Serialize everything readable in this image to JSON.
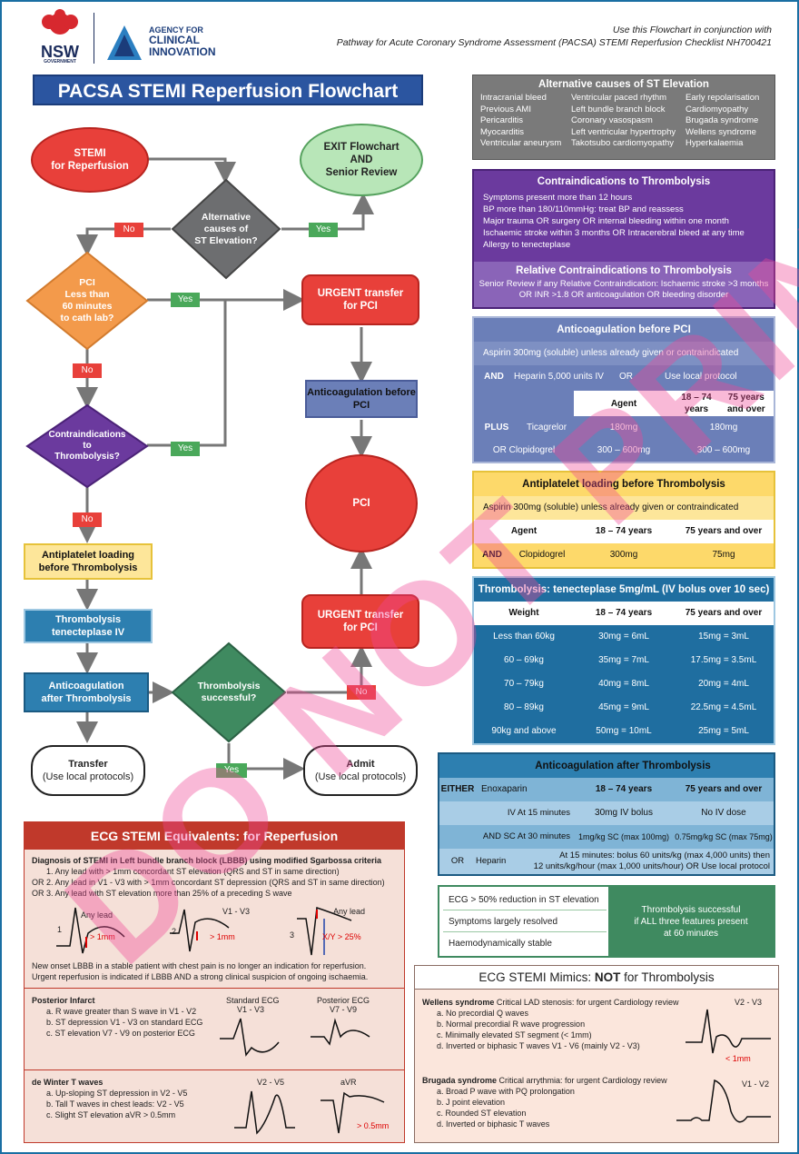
{
  "header": {
    "nsw_logo_text": "NSW",
    "nsw_logo_sub": "GOVERNMENT",
    "aci_line1": "AGENCY FOR",
    "aci_line2": "CLINICAL",
    "aci_line3": "INNOVATION",
    "note_line1": "Use this Flowchart in conjunction with",
    "note_line2": "Pathway for Acute Coronary Syndrome Assessment (PACSA) STEMI Reperfusion Checklist NH700421",
    "title": "PACSA STEMI Reperfusion Flowchart"
  },
  "flow": {
    "stemi": "STEMI\nfor Reperfusion",
    "exit": "EXIT Flowchart\nAND\nSenior Review",
    "alt_causes": "Alternative\ncauses of\nST Elevation?",
    "pci_q": "PCI\nLess than\n60 minutes\nto cath lab?",
    "urgent1": "URGENT transfer\nfor PCI",
    "anticoag_pci": "Anticoagulation before\nPCI",
    "contra_q": "Contraindications\nto\nThrombolysis?",
    "pci": "PCI",
    "antiplatelet": "Antiplatelet loading\nbefore Thrombolysis",
    "thrombolysis": "Thrombolysis\ntenecteplase IV",
    "urgent2": "URGENT transfer\nfor PCI",
    "anticoag_after": "Anticoagulation\nafter Thrombolysis",
    "success_q": "Thrombolysis\nsuccessful?",
    "transfer": "Transfer",
    "transfer_sub": "(Use local protocols)",
    "admit": "Admit",
    "admit_sub": "(Use local protocols)",
    "yes": "Yes",
    "no": "No"
  },
  "alt_causes_panel": {
    "title": "Alternative causes of ST Elevation",
    "col1": [
      "Intracranial bleed",
      "Previous AMI",
      "Pericarditis",
      "Myocarditis",
      "Ventricular aneurysm"
    ],
    "col2": [
      "Ventricular paced rhythm",
      "Left bundle branch block",
      "Coronary vasospasm",
      "Left ventricular hypertrophy",
      "Takotsubo cardiomyopathy"
    ],
    "col3": [
      "Early repolarisation",
      "Cardiomyopathy",
      "Brugada syndrome",
      "Wellens syndrome",
      "Hyperkalaemia"
    ]
  },
  "contra_panel": {
    "title": "Contraindications to Thrombolysis",
    "lines": [
      "Symptoms present more than 12 hours",
      "BP more than 180/110mmHg: treat BP and reassess",
      "Major trauma  OR  surgery  OR  internal bleeding within one month",
      "Ischaemic stroke within 3 months  OR  Intracerebral bleed at any time",
      "Allergy to tenecteplase"
    ],
    "rel_title": "Relative Contraindications to Thrombolysis",
    "rel_line1": "Senior Review if any Relative Contraindication: Ischaemic stroke >3 months",
    "rel_line2": "OR  INR >1.8  OR  anticoagulation  OR  bleeding disorder"
  },
  "anticoag_pci_panel": {
    "title": "Anticoagulation before PCI",
    "aspirin": "Aspirin 300mg (soluble) unless already given or contraindicated",
    "and": "AND",
    "heparin": "Heparin 5,000 units IV",
    "or": "OR",
    "local": "Use local protocol",
    "h_agent": "Agent",
    "h_1874": "18 – 74 years",
    "h_75": "75 years and over",
    "plus": "PLUS",
    "ticag": "Ticagrelor",
    "ticag_a": "180mg",
    "ticag_b": "180mg",
    "clop": "OR Clopidogrel",
    "clop_a": "300 – 600mg",
    "clop_b": "300 – 600mg"
  },
  "antiplatelet_panel": {
    "title": "Antiplatelet loading before Thrombolysis",
    "aspirin": "Aspirin 300mg (soluble) unless already given or contraindicated",
    "h_agent": "Agent",
    "h_1874": "18 – 74 years",
    "h_75": "75 years and over",
    "and": "AND",
    "clop": "Clopidogrel",
    "clop_a": "300mg",
    "clop_b": "75mg"
  },
  "thrombolysis_panel": {
    "title": "Thrombolysis: tenecteplase 5mg/mL (IV bolus over 10 sec)",
    "h_weight": "Weight",
    "h_1874": "18 – 74 years",
    "h_75": "75 years and over",
    "rows": [
      [
        "Less than 60kg",
        "30mg = 6mL",
        "15mg  = 3mL"
      ],
      [
        "60 – 69kg",
        "35mg = 7mL",
        "17.5mg = 3.5mL"
      ],
      [
        "70 – 79kg",
        "40mg = 8mL",
        "20mg  = 4mL"
      ],
      [
        "80 – 89kg",
        "45mg = 9mL",
        "22.5mg = 4.5mL"
      ],
      [
        "90kg and above",
        "50mg = 10mL",
        "25mg  = 5mL"
      ]
    ]
  },
  "anticoag_after_panel": {
    "title": "Anticoagulation after Thrombolysis",
    "either": "EITHER",
    "enox": "Enoxaparin",
    "h_1874": "18 – 74 years",
    "h_75": "75 years and over",
    "iv_label": "IV  At 15 minutes",
    "iv_a": "30mg IV bolus",
    "iv_b": "No IV dose",
    "sc_label": "AND SC At 30 minutes",
    "sc_a": "1mg/kg SC (max 100mg)",
    "sc_b": "0.75mg/kg SC (max 75mg)",
    "or": "OR",
    "hep": "Heparin",
    "hep_line1": "At 15 minutes: bolus 60 units/kg (max 4,000 units) then",
    "hep_line2": "12 units/kg/hour (max 1,000 units/hour)  OR  Use local protocol"
  },
  "success_panel": {
    "items": [
      "ECG > 50% reduction in ST elevation",
      "Symptoms largely resolved",
      "Haemodynamically stable"
    ],
    "result": "Thrombolysis successful\nif ALL three features present\nat 60 minutes"
  },
  "ecg_equiv": {
    "title": "ECG STEMI Equivalents: for Reperfusion",
    "lbbb_title": "Diagnosis of STEMI in Left bundle branch block (LBBB) using modified Sgarbossa criteria",
    "c1": "1. Any lead with > 1mm concordant ST elevation (QRS and ST in same direction)",
    "c2": "OR  2. Any lead in V1 - V3 with > 1mm concordant ST depression (QRS and ST in same direction)",
    "c3": "OR  3. Any lead with ST elevation more than 25% of a preceding S wave",
    "any_lead": "Any lead",
    "gt1": "> 1mm",
    "v1v3": "V1 - V3",
    "gt1b": "> 1mm",
    "any_lead2": "Any lead",
    "xy": "X/Y > 25%",
    "n1": "1",
    "n2": "2",
    "n3": "3",
    "lbbb_note1": "New onset LBBB in a stable patient with chest pain is no longer an indication for reperfusion.",
    "lbbb_note2": "Urgent reperfusion is indicated if LBBB AND a strong clinical suspicion of ongoing ischaemia.",
    "post_title": "Posterior Infarct",
    "post_a": "a. R wave greater than S wave in V1 - V2",
    "post_b": "b. ST depression V1 - V3 on standard ECG",
    "post_c": "c. ST elevation V7 - V9 on posterior ECG",
    "std_ecg": "Standard ECG",
    "std_leads": "V1 - V3",
    "post_ecg": "Posterior ECG",
    "post_leads": "V7 - V9",
    "dw_title": "de Winter T waves",
    "dw_a": "a. Up-sloping ST depression in V2 - V5",
    "dw_b": "b. Tall T waves in chest leads: V2 - V5",
    "dw_c": "c. Slight ST elevation aVR > 0.5mm",
    "dw_leads": "V2 - V5",
    "avr": "aVR",
    "gt05": "> 0.5mm"
  },
  "mimics": {
    "title_pre": "ECG STEMI Mimics: ",
    "title_bold": "NOT",
    "title_post": " for Thrombolysis",
    "wellens_title": "Wellens syndrome",
    "wellens_desc": " Critical LAD stenosis: for urgent Cardiology review",
    "w_a": "a. No precordial Q waves",
    "w_b": "b. Normal precordial R wave progression",
    "w_c": "c. Minimally elevated ST segment (< 1mm)",
    "w_d": "d. Inverted or biphasic T waves V1 - V6 (mainly V2 - V3)",
    "w_leads": "V2 - V3",
    "w_lt1": "< 1mm",
    "brugada_title": "Brugada syndrome",
    "brugada_desc": " Critical arrythmia: for urgent Cardiology review",
    "b_a": "a. Broad P wave with PQ prolongation",
    "b_b": "b. J point elevation",
    "b_c": "c. Rounded ST elevation",
    "b_d": "d. Inverted or biphasic T waves",
    "b_leads": "V1 - V2"
  },
  "watermark": "DO NOT PRINT",
  "colors": {
    "stemi": "#e8403a",
    "exit": "#b8e6b8",
    "diamond_grey": "#6d6e70",
    "pci_orange": "#f39a4b",
    "purple": "#6b3a9e",
    "urgent": "#e8403a",
    "anticoag_blue": "#6b7fb8",
    "antiplatelet_yellow": "#fde69a",
    "thromb_blue": "#2d7fb0",
    "green": "#4aa85a",
    "ecg_red": "#c0392b"
  }
}
